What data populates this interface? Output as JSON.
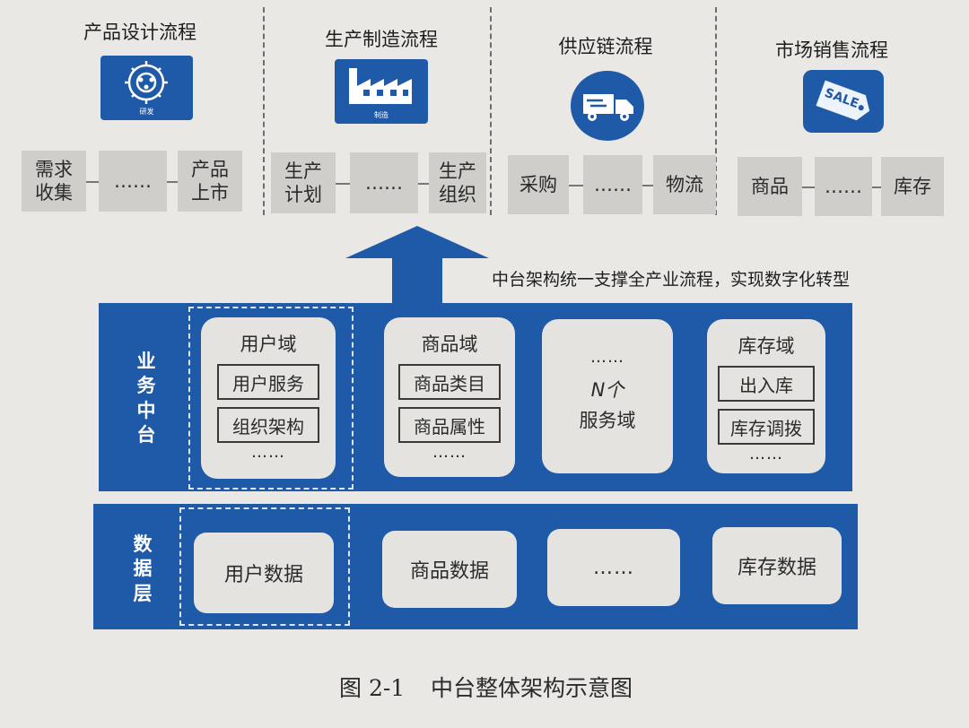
{
  "processes": [
    {
      "title": "产品设计流程",
      "icon": "gear-network-icon",
      "icon_label": "研发",
      "steps": [
        "需求\n收集",
        "……",
        "产品\n上市"
      ]
    },
    {
      "title": "生产制造流程",
      "icon": "factory-icon",
      "icon_label": "制造",
      "steps": [
        "生产\n计划",
        "……",
        "生产\n组织"
      ]
    },
    {
      "title": "供应链流程",
      "icon": "delivery-truck-icon",
      "icon_label": "",
      "steps": [
        "采购",
        "……",
        "物流"
      ]
    },
    {
      "title": "市场销售流程",
      "icon": "sale-tag-icon",
      "icon_label": "SALE",
      "steps": [
        "商品",
        "……",
        "库存"
      ]
    }
  ],
  "support_text": "中台架构统一支撑全产业流程，实现数字化转型",
  "business_layer": {
    "label": "业务中台",
    "domains": [
      {
        "title": "用户域",
        "items": [
          "用户服务",
          "组织架构"
        ],
        "more": "……"
      },
      {
        "title": "商品域",
        "items": [
          "商品类目",
          "商品属性"
        ],
        "more": "……"
      },
      {
        "title": "……",
        "n_label": "N个",
        "n_sub": "服务域"
      },
      {
        "title": "库存域",
        "items": [
          "出入库",
          "库存调拨"
        ],
        "more": "……"
      }
    ]
  },
  "data_layer": {
    "label": "数据层",
    "items": [
      "用户数据",
      "商品数据",
      "……",
      "库存数据"
    ]
  },
  "caption": {
    "number": "图 2-1",
    "text": "中台整体架构示意图"
  },
  "colors": {
    "primary_blue": "#1f5aa8",
    "background": "#e9e8e4",
    "box_gray": "#cfcecb"
  }
}
